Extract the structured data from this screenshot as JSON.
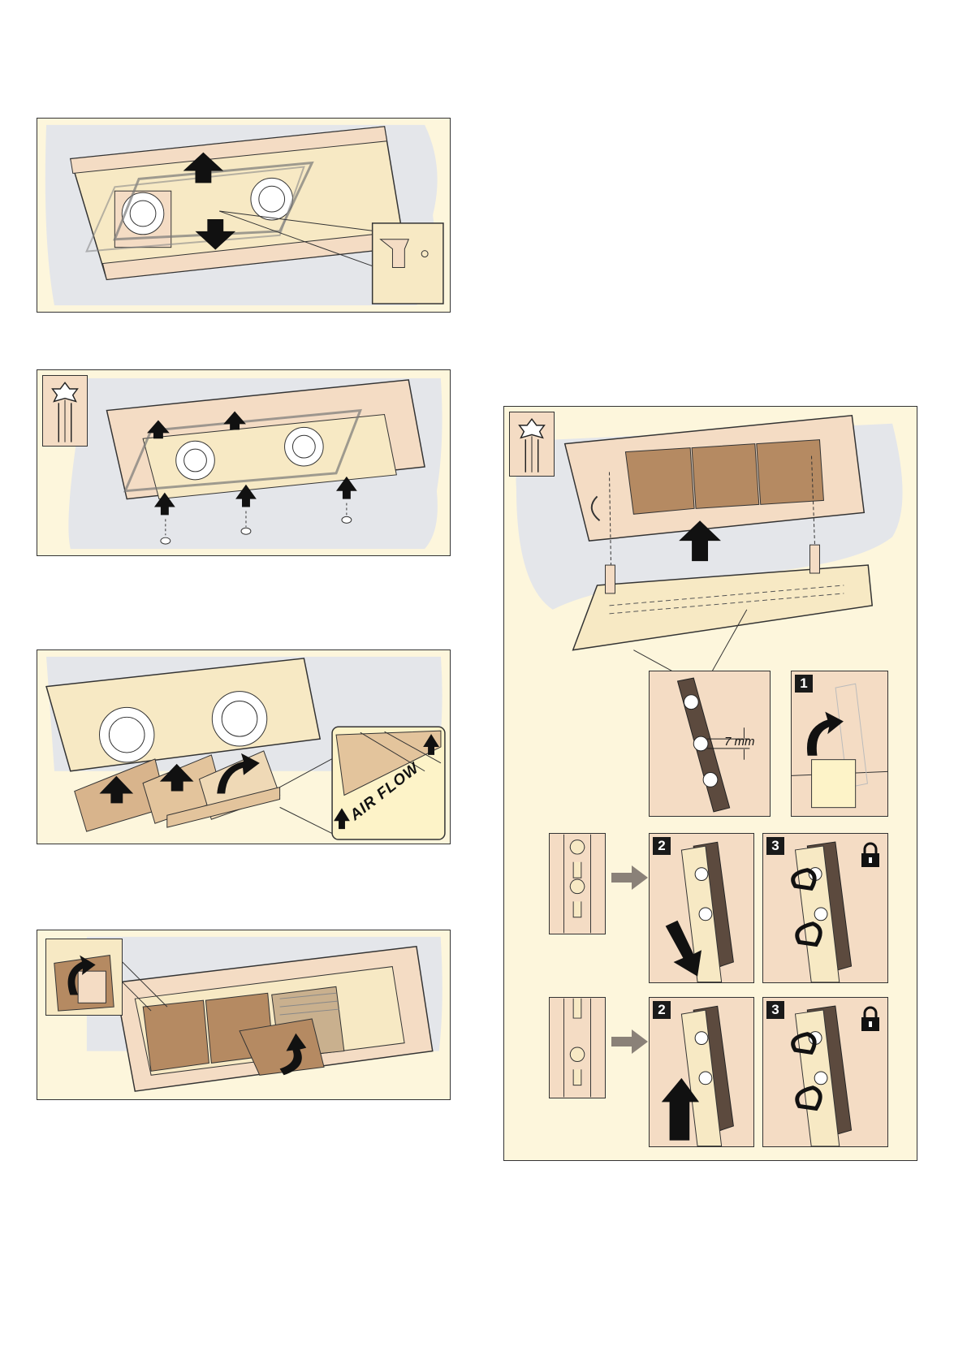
{
  "figures": {
    "step1": {
      "description_text": ""
    },
    "airflow_label": "AIR FLOW",
    "measurement_label": "7 mm",
    "step_badges": [
      "1",
      "2",
      "3",
      "2",
      "3"
    ]
  },
  "icons": [
    "torx-screwdriver-icon",
    "lock-icon",
    "arrow-up-icon",
    "arrow-down-icon",
    "arrow-right-icon",
    "curved-arrow-icon"
  ],
  "colors": {
    "hood_fill": "#f7e9c4",
    "panel_bg": "#fdf6dc",
    "wall_gray": "#e4e6ea",
    "peach": "#f4dcc4",
    "filter_bronze": "#b58a62",
    "dark_bar": "#5c4a3e",
    "arrow_gray": "#8a8178"
  }
}
